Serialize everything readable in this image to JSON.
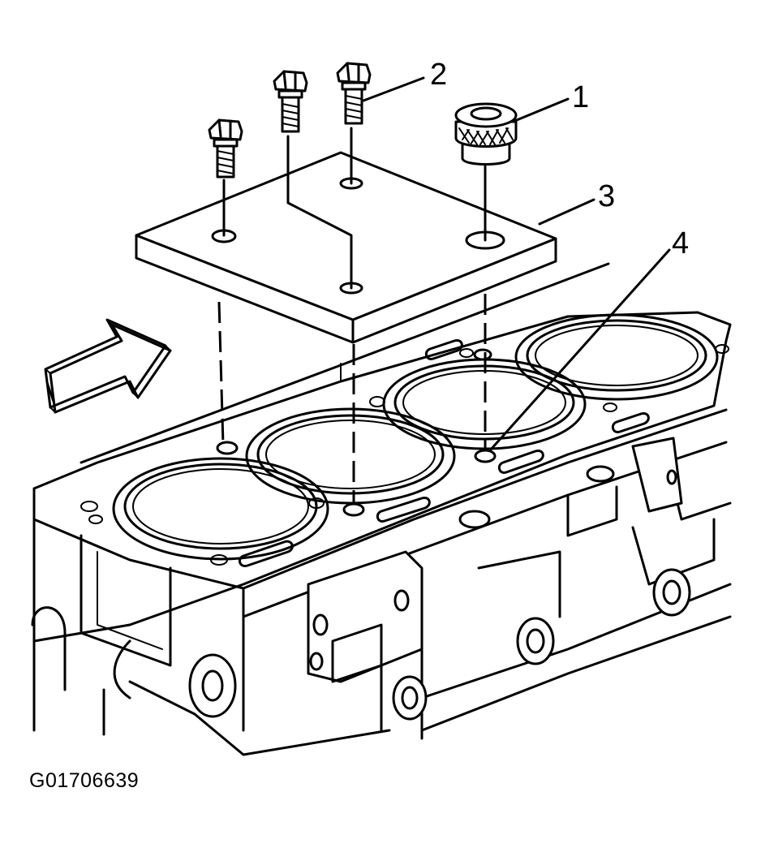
{
  "callouts": {
    "c1": "1",
    "c2": "2",
    "c3": "3",
    "c4": "4"
  },
  "figure_id": "G01706639",
  "colors": {
    "line": "#000000",
    "background": "#ffffff"
  }
}
